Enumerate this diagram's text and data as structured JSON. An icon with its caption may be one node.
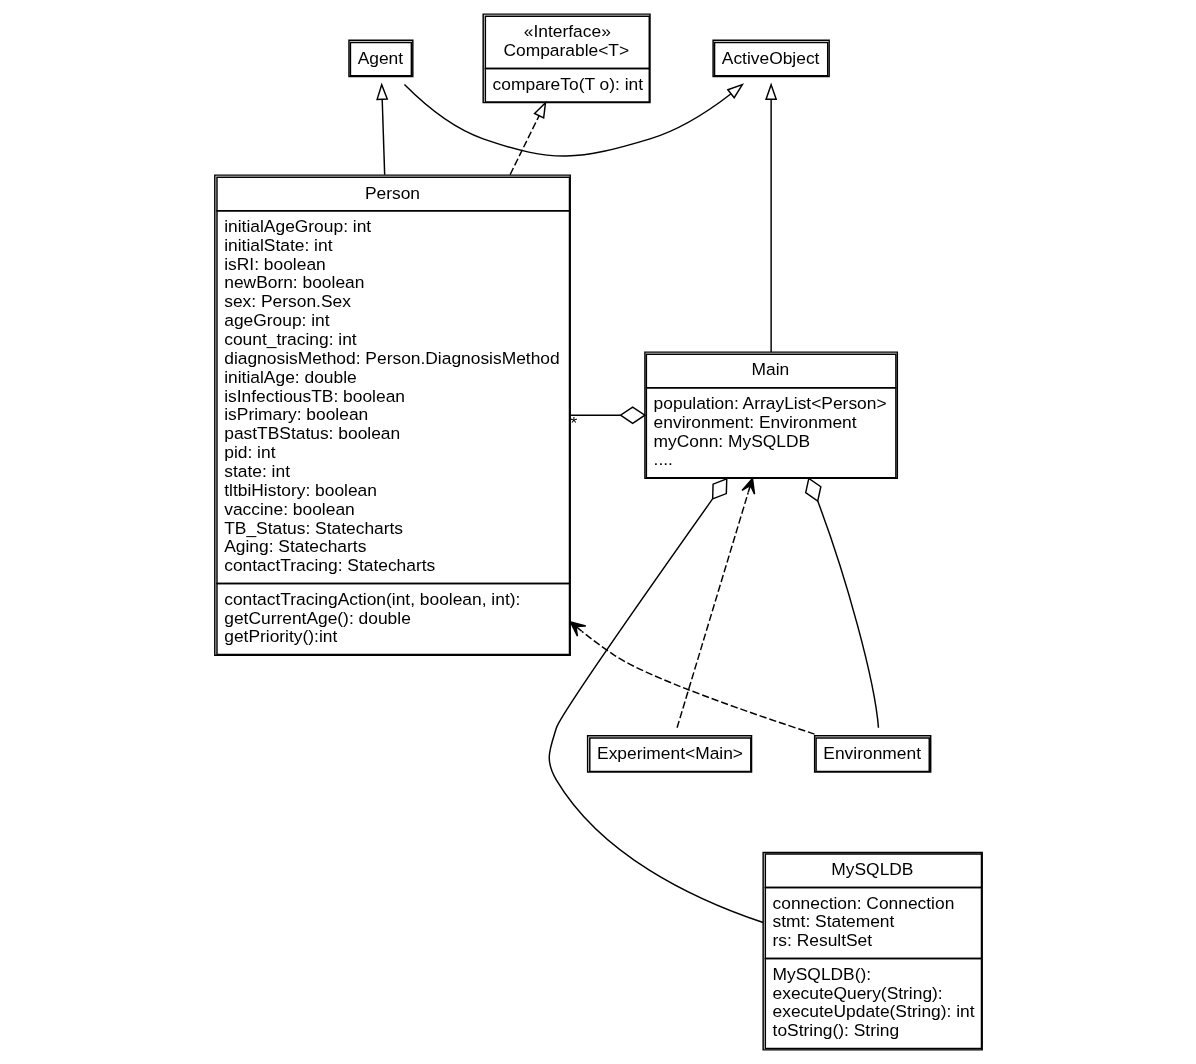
{
  "diagram": {
    "nodes": [
      {
        "text": [
          "«Interface»",
          "Comparable<T>",
          "compareTo(T o): int"
        ]
      },
      {
        "text": [
          "Agent"
        ]
      },
      {
        "text": [
          "ActiveObject"
        ]
      },
      {
        "text": [
          "Person",
          "initialAgeGroup: int",
          "initialState: int",
          "isRI: boolean",
          "newBorn: boolean",
          "sex: Person.Sex",
          "ageGroup: int",
          "count_tracing: int",
          "diagnosisMethod: Person.DiagnosisMethod",
          "initialAge: double",
          "isInfectiousTB: boolean",
          "isPrimary: boolean",
          "pastTBStatus: boolean",
          "pid: int",
          "state: int",
          "tltbiHistory: boolean",
          "vaccine: boolean",
          "TB_Status: Statecharts",
          "Aging: Statecharts",
          "contactTracing: Statecharts",
          "contactTracingAction(int, boolean, int):",
          "getCurrentAge(): double",
          "getPriority():int"
        ]
      },
      {
        "text": [
          "Main",
          "population: ArrayList<Person>",
          "environment: Environment",
          "myConn: MySQLDB",
          "...."
        ]
      },
      {
        "text": [
          "Environment"
        ]
      },
      {
        "text": [
          "Experiment<Main>"
        ]
      },
      {
        "text": [
          "MySQLDB",
          "connection: Connection",
          "stmt: Statement",
          "rs: ResultSet",
          "MySQLDB():",
          "executeQuery(String):",
          "executeUpdate(String): int",
          "toString(): String"
        ]
      }
    ],
    "edges": [
      {
        "from": 3,
        "to": 0,
        "arrow": "to",
        "style": "dashed"
      },
      {
        "from": 3,
        "to": 1,
        "arrow": "to"
      },
      {
        "from": 1,
        "to": 2,
        "arrow": "to"
      },
      {
        "from": 4,
        "to": 2,
        "arrow": "to"
      },
      {
        "from": 4,
        "to": 3,
        "arrow": "other",
        "label": "*"
      },
      {
        "from": 4,
        "to": 5,
        "arrow": "other"
      },
      {
        "from": 4,
        "to": 7,
        "arrow": "other"
      },
      {
        "from": 6,
        "to": 4,
        "arrow": "to",
        "style": "dashed"
      },
      {
        "from": 5,
        "to": 3,
        "arrow": "to",
        "style": "dashed"
      }
    ]
  }
}
